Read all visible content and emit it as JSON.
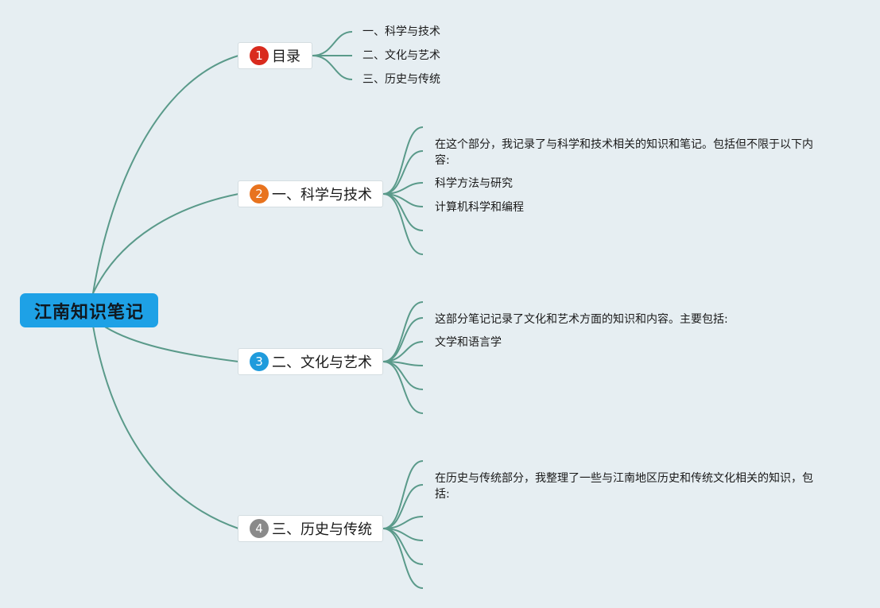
{
  "root": {
    "label": "江南知识笔记",
    "color": "#1ea1e6"
  },
  "topics": [
    {
      "number": "1",
      "label": "目录",
      "badge_color": "#d92b1e",
      "children": [
        "一、科学与技术",
        "二、文化与艺术",
        "三、历史与传统"
      ]
    },
    {
      "number": "2",
      "label": "一、科学与技术",
      "badge_color": "#e8731e",
      "children": [
        "在这个部分，我记录了与科学和技术相关的知识和笔记。包括但不限于以下内容:",
        "科学方法与研究",
        "计算机科学和编程"
      ]
    },
    {
      "number": "3",
      "label": "二、文化与艺术",
      "badge_color": "#1f9bdc",
      "children": [
        "这部分笔记记录了文化和艺术方面的知识和内容。主要包括:",
        "文学和语言学"
      ]
    },
    {
      "number": "4",
      "label": "三、历史与传统",
      "badge_color": "#8a8a8a",
      "children": [
        "在历史与传统部分，我整理了一些与江南地区历史和传统文化相关的知识，包括:"
      ]
    }
  ],
  "line_color": "#5a9a8a"
}
